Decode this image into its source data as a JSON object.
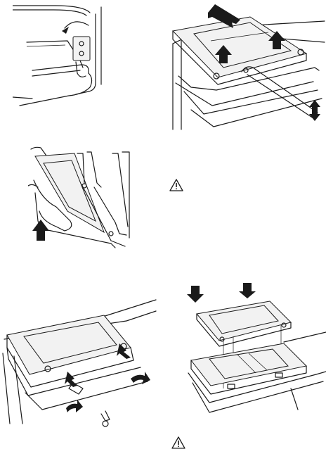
{
  "figures": [
    {
      "id": "hinge-lever"
    },
    {
      "id": "lift-inner-glass"
    },
    {
      "id": "door-lift-off"
    },
    {
      "id": "remove-door-trim"
    },
    {
      "id": "reinstall-glass"
    }
  ],
  "warnings": [
    {
      "icon": "warning-triangle-icon"
    },
    {
      "icon": "warning-triangle-icon"
    }
  ],
  "colors": {
    "line": "#1a1a1a",
    "paper": "#ffffff"
  }
}
